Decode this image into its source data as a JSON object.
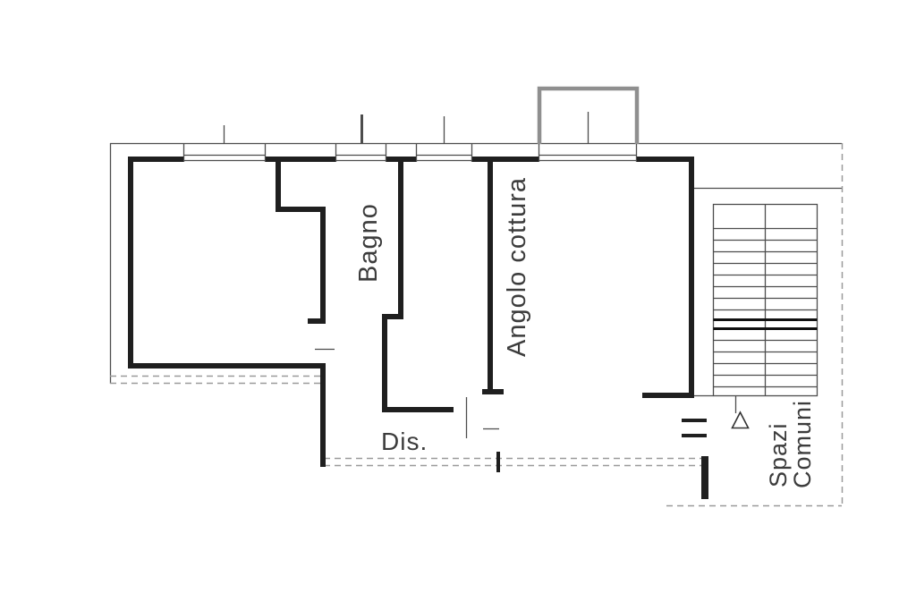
{
  "title": "apartment-floor-plan",
  "labels": {
    "bagno": "Bagno",
    "angolo_cottura": "Angolo cottura",
    "dis": "Dis.",
    "spazi_line1": "Spazi",
    "spazi_line2": "Comuni"
  },
  "icons": {
    "entrance_arrow_icon": "triangle-up"
  },
  "colors": {
    "wall": "#1f1f1f",
    "thin_line": "#4d4d4d",
    "dashed_line": "#9a9a9a",
    "balcony": "#8f8f8f",
    "text": "#3c3c3c",
    "background": "#ffffff"
  }
}
